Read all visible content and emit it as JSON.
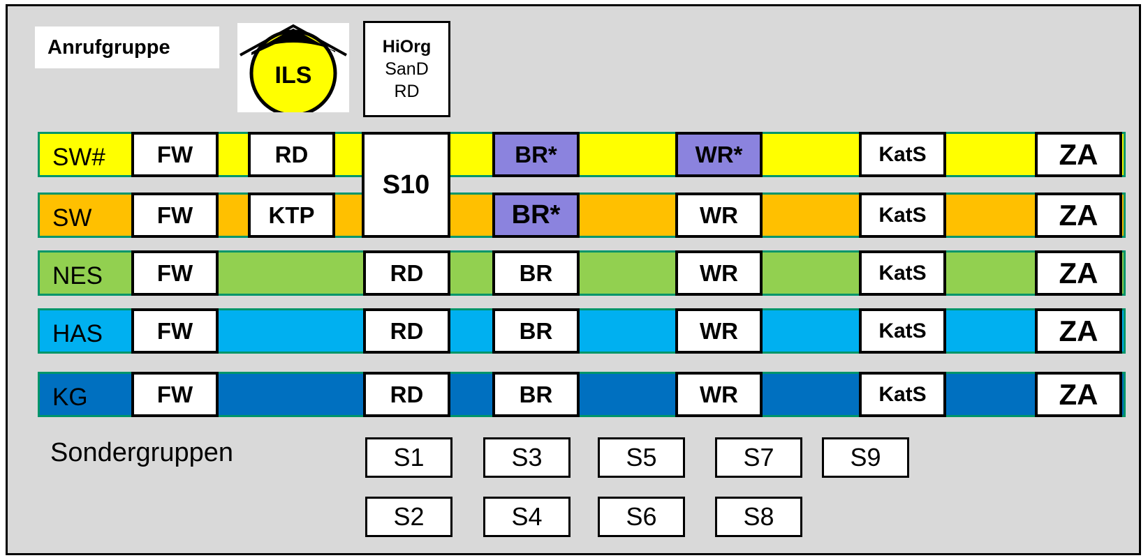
{
  "header": {
    "title": "Anrufgruppe",
    "ils_logo_text": "ILS",
    "hiorg": [
      "HiOrg",
      "SanD",
      "RD"
    ]
  },
  "rows": [
    {
      "label": "SW#",
      "color": "#ffff00",
      "cells": [
        "FW",
        "RD",
        "BR*",
        "WR*",
        "KatS",
        "ZA"
      ]
    },
    {
      "label": "SW",
      "color": "#ffc000",
      "cells": [
        "FW",
        "KTP",
        "BR*",
        "WR",
        "KatS",
        "ZA"
      ]
    },
    {
      "label": "NES",
      "color": "#92d050",
      "cells": [
        "FW",
        "RD",
        "BR",
        "WR",
        "KatS",
        "ZA"
      ]
    },
    {
      "label": "HAS",
      "color": "#00b0f0",
      "cells": [
        "FW",
        "RD",
        "BR",
        "WR",
        "KatS",
        "ZA"
      ]
    },
    {
      "label": "KG",
      "color": "#0070c0",
      "cells": [
        "FW",
        "RD",
        "BR",
        "WR",
        "KatS",
        "ZA"
      ]
    }
  ],
  "shared_cell": "S10",
  "special": {
    "label": "Sondergruppen",
    "buttons": [
      "S1",
      "S2",
      "S3",
      "S4",
      "S5",
      "S6",
      "S7",
      "S8",
      "S9"
    ]
  },
  "colors": {
    "highlight": "#8b83de",
    "band_border": "#00956a",
    "background": "#d9d9d9",
    "ils_logo": "#ffff00"
  }
}
